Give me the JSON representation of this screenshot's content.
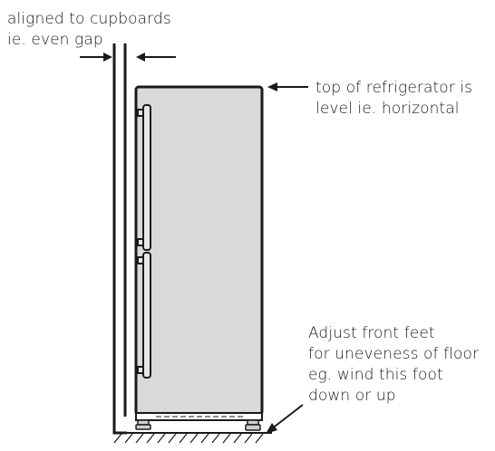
{
  "annotations": {
    "gap": {
      "lines": [
        "aligned to cupboards",
        "ie. even gap"
      ]
    },
    "top": {
      "lines": [
        "top of refrigerator is",
        "level ie. horizontal"
      ]
    },
    "feet": {
      "lines": [
        "Adjust front feet",
        "for uneveness of floor",
        "eg. wind this foot",
        "down or up"
      ]
    }
  },
  "colors": {
    "outline": "#1a1a1a",
    "fridge_fill": "#d9d9d9",
    "handle_fill": "#e6e6e6",
    "background": "#ffffff"
  }
}
